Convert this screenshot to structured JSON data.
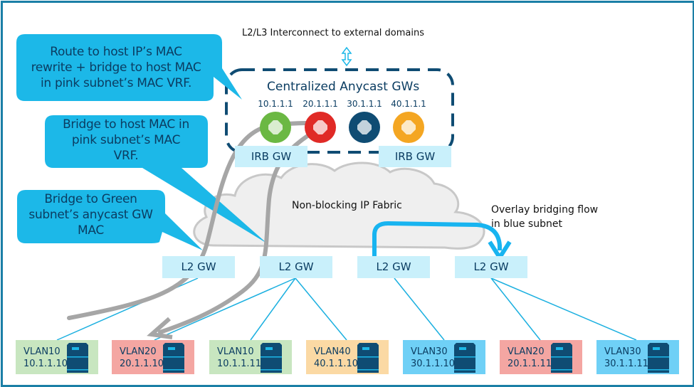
{
  "header": {
    "interconnect_label": "L2/L3 Interconnect to external domains",
    "anycast_title": "Centralized Anycast GWs"
  },
  "anycast_gateways": [
    {
      "ip": "10.1.1.1",
      "color": "#6bb843",
      "icon": "router-icon"
    },
    {
      "ip": "20.1.1.1",
      "color": "#e02a26",
      "icon": "router-icon"
    },
    {
      "ip": "30.1.1.1",
      "color": "#0f4c73",
      "icon": "router-icon"
    },
    {
      "ip": "40.1.1.1",
      "color": "#f4a622",
      "icon": "router-icon"
    }
  ],
  "irb_gateways": [
    "IRB GW",
    "IRB GW"
  ],
  "fabric_label": "Non-blocking IP Fabric",
  "overlay_label": {
    "line1": "Overlay bridging flow",
    "line2": "in blue subnet"
  },
  "callouts": [
    {
      "lines": [
        "Route to host IP’s MAC",
        "rewrite + bridge to host MAC",
        "in pink subnet’s MAC VRF."
      ]
    },
    {
      "lines": [
        "Bridge to host MAC in",
        "pink subnet’s MAC",
        "VRF."
      ]
    },
    {
      "lines": [
        "Bridge to Green",
        "subnet’s anycast GW",
        "MAC"
      ]
    }
  ],
  "l2_gateways": [
    "L2 GW",
    "L2 GW",
    "L2 GW",
    "L2 GW"
  ],
  "hosts": [
    {
      "vlan": "VLAN10",
      "ip": "10.1.1.10",
      "color": "#c8e6c0",
      "icon": "server-icon"
    },
    {
      "vlan": "VLAN20",
      "ip": "20.1.1.10",
      "color": "#f4a6a2",
      "icon": "server-icon"
    },
    {
      "vlan": "VLAN10",
      "ip": "10.1.1.11",
      "color": "#c8e6c0",
      "icon": "server-icon"
    },
    {
      "vlan": "VLAN40",
      "ip": "40.1.1.10",
      "color": "#fbd9a4",
      "icon": "server-icon"
    },
    {
      "vlan": "VLAN30",
      "ip": "30.1.1.10",
      "color": "#6fd0f6",
      "icon": "server-icon"
    },
    {
      "vlan": "VLAN20",
      "ip": "20.1.1.11",
      "color": "#f4a6a2",
      "icon": "server-icon"
    },
    {
      "vlan": "VLAN30",
      "ip": "30.1.1.11",
      "color": "#6fd0f6",
      "icon": "server-icon"
    }
  ],
  "colors": {
    "callout": "#1cb8e8",
    "dashed_box": "#0f4c73",
    "link": "#1cb0e0",
    "gray_path": "#a6a6a6",
    "overlay_arrow": "#18b4f0"
  }
}
